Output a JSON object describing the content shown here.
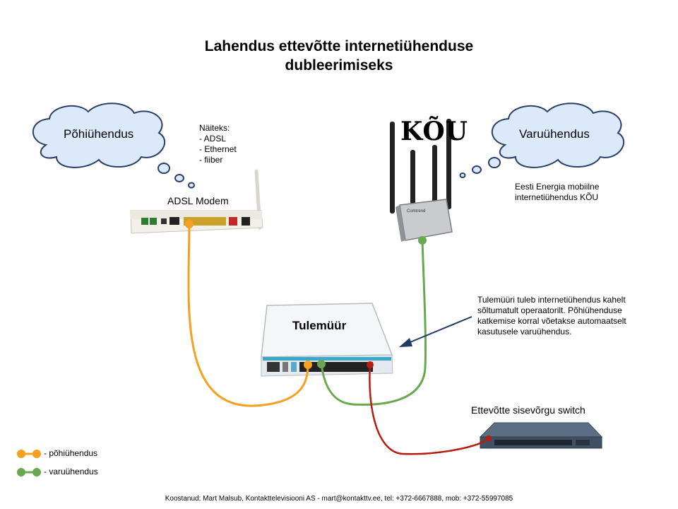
{
  "title": {
    "line1": "Lahendus ettevõtte internetiühenduse",
    "line2": "dubleerimiseks"
  },
  "clouds": {
    "primary": "Põhiühendus",
    "backup": "Varuühendus"
  },
  "primary_examples": {
    "heading": "Näiteks:",
    "items": [
      "- ADSL",
      "- Ethernet",
      "- fiiber"
    ]
  },
  "devices": {
    "modem": "ADSL Modem",
    "firewall": "Tulemüür",
    "switch": "Ettevõtte sisevõrgu switch",
    "kou_logo": "KÕU"
  },
  "backup_description": {
    "line1": "Eesti Energia mobiilne",
    "line2": "internetiühendus KÕU"
  },
  "firewall_note": {
    "line1": "Tulemüüri tuleb internetiühendus kahelt",
    "line2": "sõltumatult operaatorilt. Põhiühenduse",
    "line3": "katkemise korral võetakse automaatselt",
    "line4": "kasutusele varuühendus."
  },
  "legend": {
    "primary": "- põhiühendus",
    "backup": "- varuühendus"
  },
  "colors": {
    "primary_link": "#f5a020",
    "backup_link": "#6aa84f",
    "lan_link": "#b81c10",
    "cloud_fill": "#dce9fb",
    "cloud_stroke": "#2a3f6b"
  },
  "footer": "Koostanud: Mart Malsub, Kontakttelevisiooni AS - mart@kontakttv.ee, tel: +372-6667888, mob: +372-55997085"
}
